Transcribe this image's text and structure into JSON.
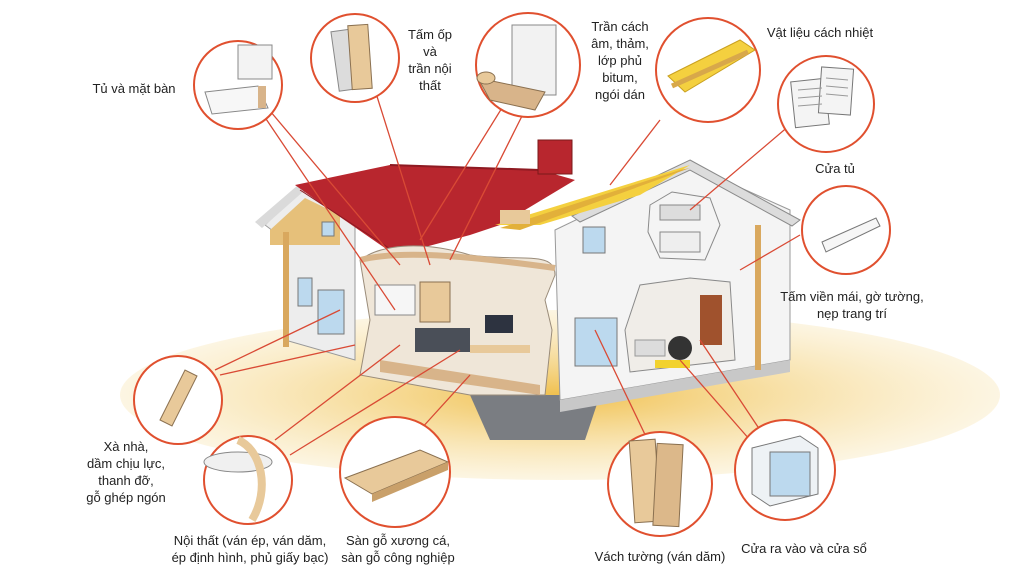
{
  "labels": {
    "cabinets": "Tủ và mặt bàn",
    "wall_panels": "Tấm ốp\nvà\ntrần nội\nthất",
    "ceiling": "Trần cách\nâm, thảm,\nlớp phủ\nbitum,\nngói dán",
    "insulation": "Vật liệu cách nhiệt",
    "cabinet_doors": "Cửa tủ",
    "trim": "Tấm viền mái, gờ tường,\nnẹp trang trí",
    "beams": "Xà nhà,\ndầm chịu lực,\nthanh đỡ,\ngỗ ghép ngón",
    "furniture": "Nội thất (ván ép, ván dăm,\nép định hình, phủ giấy bạc)",
    "flooring": "Sàn gỗ xương cá,\nsàn gỗ công nghiệp",
    "wall_partition": "Vách tường (ván dăm)",
    "doors_windows": "Cửa ra vào và cửa sổ"
  },
  "colors": {
    "callout_ring": "#e0502f",
    "leader_line": "#d94a35",
    "roof": "#b8262e",
    "ground": "#f2c65a",
    "insulation": "#f4d03f",
    "wall": "#f4f4f4",
    "wood": "#e8c99a"
  }
}
